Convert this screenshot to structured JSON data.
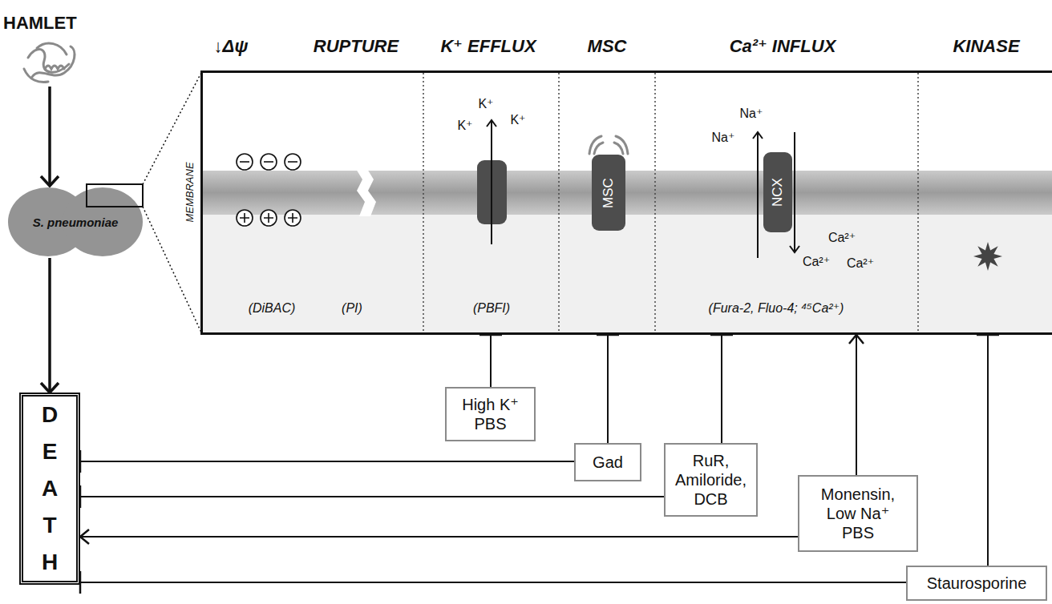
{
  "diagram": {
    "nodes": [
      {
        "text": [
          "HAMLET"
        ]
      },
      {
        "text": [
          "S. pneumoniae"
        ]
      },
      {
        "text": [
          "MEMBRANE"
        ]
      },
      {
        "text": [
          "MSC"
        ],
        "in": 2
      },
      {
        "text": [
          "NCX"
        ],
        "in": 2
      },
      {
        "text": [
          "DEATH"
        ]
      },
      {
        "text": [
          "High K⁺ PBS"
        ]
      },
      {
        "text": [
          "Gad"
        ]
      },
      {
        "text": [
          "RuR, Amiloride, DCB"
        ]
      },
      {
        "text": [
          "Monensin, Low Na⁺ PBS"
        ]
      },
      {
        "text": [
          "Staurosporine"
        ]
      }
    ],
    "edges": [
      {
        "from": 0,
        "to": 1,
        "arrow": "to"
      },
      {
        "from": 1,
        "to": 5,
        "arrow": "to"
      },
      {
        "from": 6,
        "to": 2,
        "arrow": "to"
      },
      {
        "from": 7,
        "to": 2,
        "arrow": "to"
      },
      {
        "from": 7,
        "to": 5,
        "arrow": "to"
      },
      {
        "from": 8,
        "to": 2,
        "arrow": "to"
      },
      {
        "from": 8,
        "to": 5,
        "arrow": "to"
      },
      {
        "from": 9,
        "to": 2,
        "arrow": "to"
      },
      {
        "from": 9,
        "to": 5,
        "arrow": "to"
      },
      {
        "from": 10,
        "to": 2,
        "arrow": "to"
      },
      {
        "from": 10,
        "to": 5,
        "arrow": "to"
      }
    ],
    "labels": [
      "↓Δψ",
      "RUPTURE",
      "K⁺ EFFLUX",
      "MSC",
      "Ca²⁺ INFLUX",
      "KINASE",
      "K⁺",
      "K⁺",
      "K⁺",
      "Na⁺",
      "Na⁺",
      "Ca²⁺",
      "Ca²⁺",
      "Ca²⁺",
      "(DiBAC)",
      "(PI)",
      "(PBFI)",
      "(Fura-2, Fluo-4; ⁴⁵Ca²⁺)"
    ]
  }
}
